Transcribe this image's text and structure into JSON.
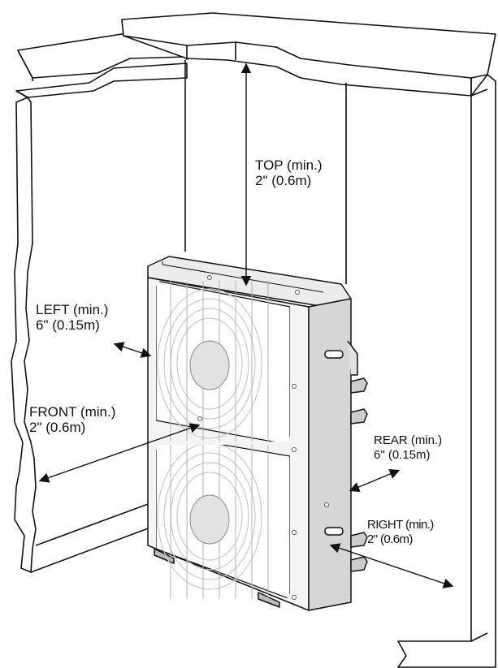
{
  "colors": {
    "line": "#111111",
    "wall_fill": "#ffffff",
    "unit_fill": "#f4f4f4",
    "unit_side": "#d6d6d6",
    "fan_grille": "#c9c9c9",
    "fan_hub": "#e2e2e2"
  },
  "labels": {
    "top": {
      "title": "TOP (min.)",
      "value": "2\" (0.6m)"
    },
    "left": {
      "title": "LEFT (min.)",
      "value": "6\" (0.15m)"
    },
    "front": {
      "title": "FRONT (min.)",
      "value": "2\" (0.6m)"
    },
    "rear": {
      "title": "REAR (min.)",
      "value": "6\" (0.15m)"
    },
    "right": {
      "title": "RIGHT (min.)",
      "value": "2\" (0.6m)"
    }
  }
}
